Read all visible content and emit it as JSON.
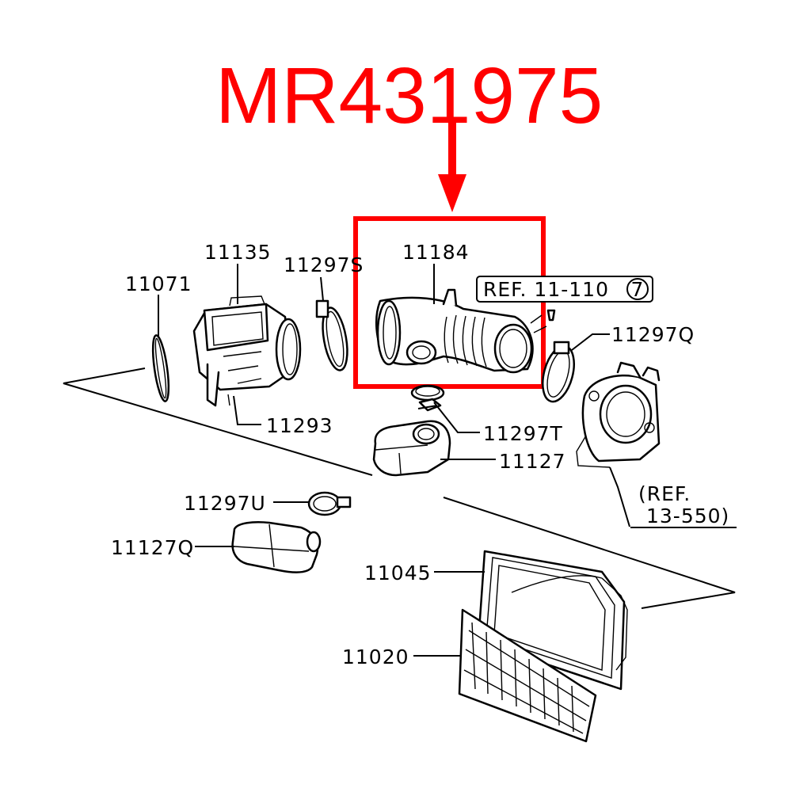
{
  "highlight": {
    "part_number": "MR431975",
    "color": "#ff0000"
  },
  "callouts": {
    "c11135": "11135",
    "c11071": "11071",
    "c11297S": "11297S",
    "c11184": "11184",
    "c11297Q": "11297Q",
    "c11293": "11293",
    "c11297T": "11297T",
    "c11127": "11127",
    "c11297U": "11297U",
    "c11127Q": "11127Q",
    "c11045": "11045",
    "c11020": "11020"
  },
  "refs": {
    "ref1": "REF. 11-110",
    "ref1_circle": "7",
    "ref2_line1": "(REF.",
    "ref2_line2": "13-550)"
  }
}
